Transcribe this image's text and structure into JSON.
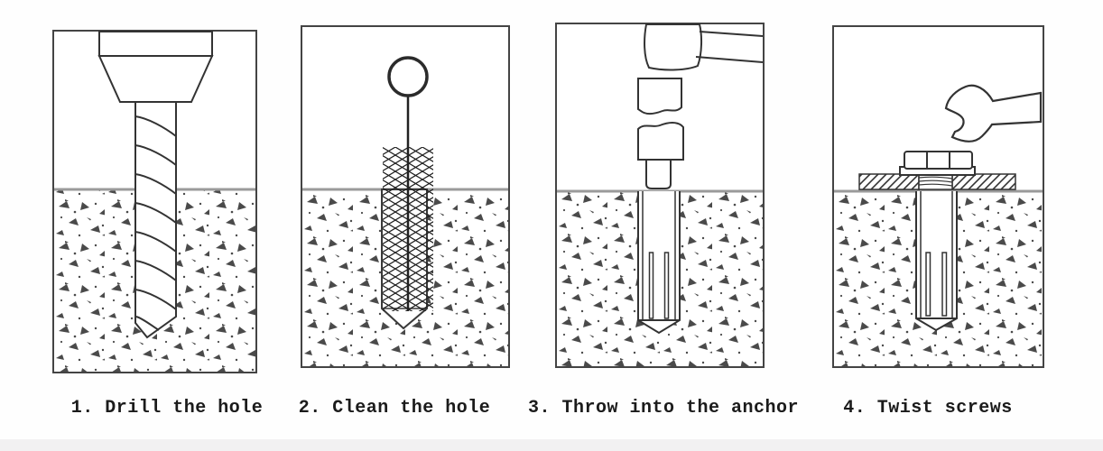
{
  "figure": {
    "kind": "anchor-bolt-installation-instructions",
    "step_count": 4
  },
  "steps": [
    {
      "label": "1. Drill the hole",
      "illustration": "drill-into-concrete-icon"
    },
    {
      "label": "2. Clean the hole",
      "illustration": "brush-cleaning-hole-icon"
    },
    {
      "label": "3. Throw into the anchor",
      "illustration": "hammer-driving-anchor-icon"
    },
    {
      "label": "4. Twist screws",
      "illustration": "wrench-tightening-nut-icon"
    }
  ],
  "colors": {
    "line": "#333333",
    "panel_border": "#444444",
    "surface_line": "#9a9a9a",
    "concrete_speck": "#4a4a4a",
    "background": "#fefefe",
    "footer_bar": "#f2f1f2",
    "caption_text": "#1b1b1b"
  }
}
